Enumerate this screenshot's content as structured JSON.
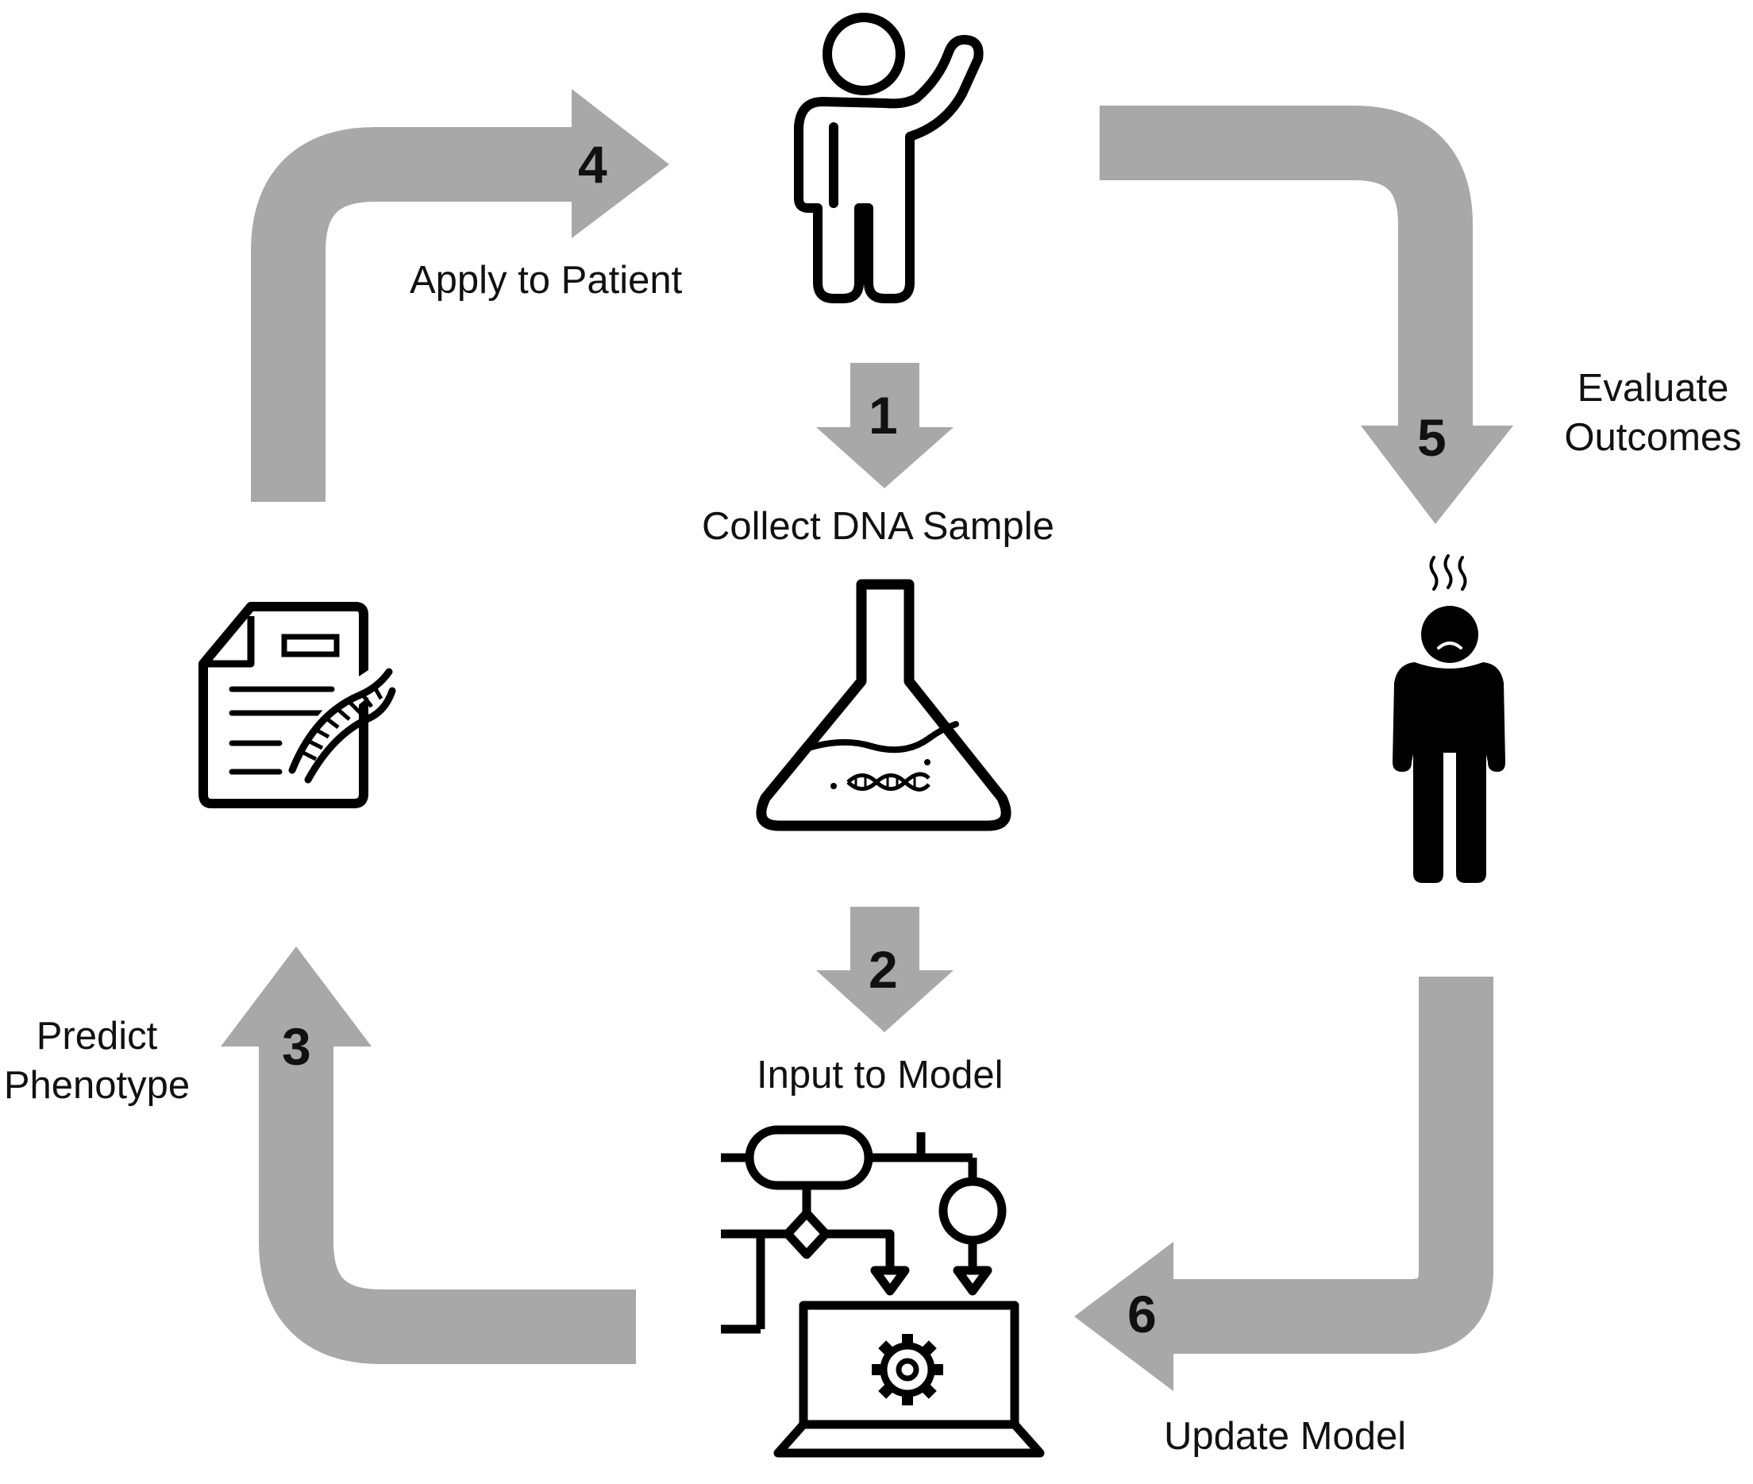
{
  "colors": {
    "arrow": "#a8a8a8",
    "icon": "#000000",
    "background": "#ffffff"
  },
  "steps": [
    {
      "number": "1",
      "label": "Collect DNA Sample"
    },
    {
      "number": "2",
      "label": "Input to Model"
    },
    {
      "number": "3",
      "label_line1": "Predict",
      "label_line2": "Phenotype"
    },
    {
      "number": "4",
      "label": "Apply to Patient"
    },
    {
      "number": "5",
      "label_line1": "Evaluate",
      "label_line2": "Outcomes"
    },
    {
      "number": "6",
      "label": "Update Model"
    }
  ],
  "icons": [
    "patient-waving-icon",
    "dna-flask-icon",
    "model-laptop-icon",
    "dna-report-icon",
    "unwell-patient-icon"
  ]
}
